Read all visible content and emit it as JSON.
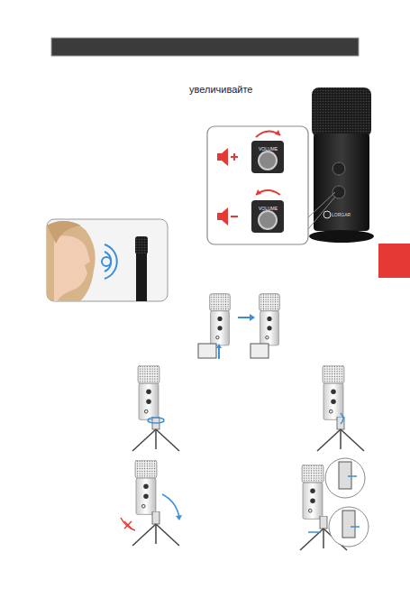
{
  "diagram": {
    "labels": [
      "увеличивайте",
      "VOLUME",
      "VOLUME",
      "LORGAR"
    ]
  }
}
